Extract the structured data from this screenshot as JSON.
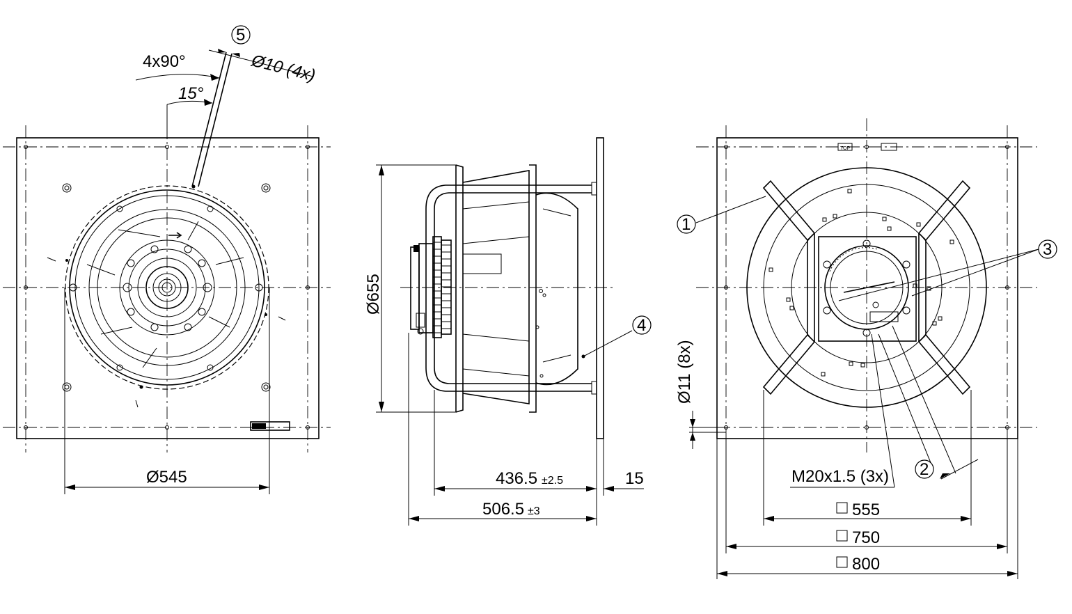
{
  "front_view": {
    "pattern_angle": "4x90°",
    "offset_angle": "15°",
    "hole_callout": "Ø10 (4x)",
    "dia_545": "Ø545"
  },
  "side_view": {
    "dia_655": "Ø655",
    "len_436": "436.5",
    "tol_436": "±2.5",
    "len_15": "15",
    "len_506": "506.5",
    "tol_506": "±3"
  },
  "rear_view": {
    "hole_callout": "Ø11 (8x)",
    "thread_callout": "M20x1.5 (3x)",
    "sq_555": "555",
    "sq_750": "750",
    "sq_800": "800",
    "top_label": "TOP"
  },
  "balloons": {
    "b1": "1",
    "b2": "2",
    "b3": "3",
    "b4": "4",
    "b5": "5"
  }
}
